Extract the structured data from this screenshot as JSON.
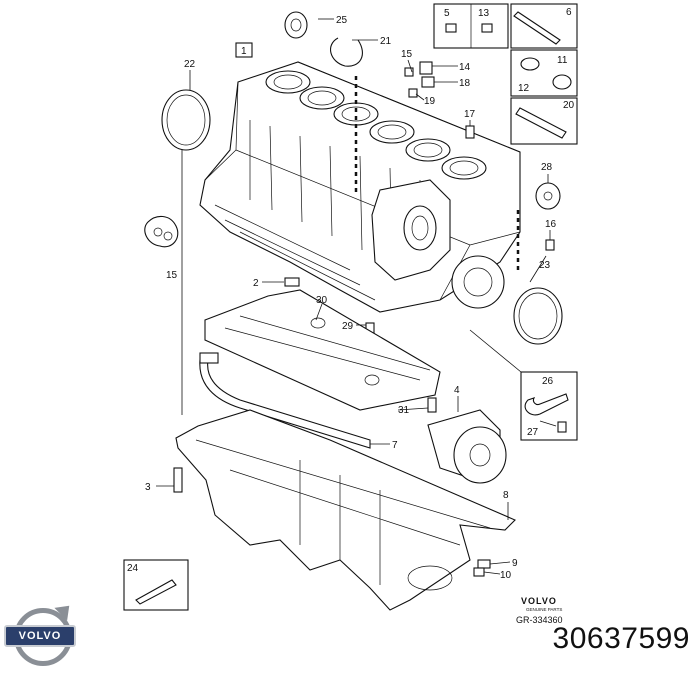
{
  "main_label": "1",
  "callouts": {
    "c2": "2",
    "c3": "3",
    "c4": "4",
    "c5": "5",
    "c6": "6",
    "c7": "7",
    "c8": "8",
    "c9": "9",
    "c10": "10",
    "c11": "11",
    "c12": "12",
    "c13": "13",
    "c14": "14",
    "c15a": "15",
    "c15b": "15",
    "c16": "16",
    "c17": "17",
    "c18": "18",
    "c19": "19",
    "c20": "20",
    "c21": "21",
    "c22": "22",
    "c23": "23",
    "c24": "24",
    "c25": "25",
    "c26": "26",
    "c27": "27",
    "c28": "28",
    "c29": "29",
    "c30": "30",
    "c31": "31"
  },
  "brand_small": "VOLVO",
  "brand_small_sub": "GENUINE PARTS",
  "diagram_code": "GR-334360",
  "logo_text": "VOLVO",
  "part_number": "30637599"
}
